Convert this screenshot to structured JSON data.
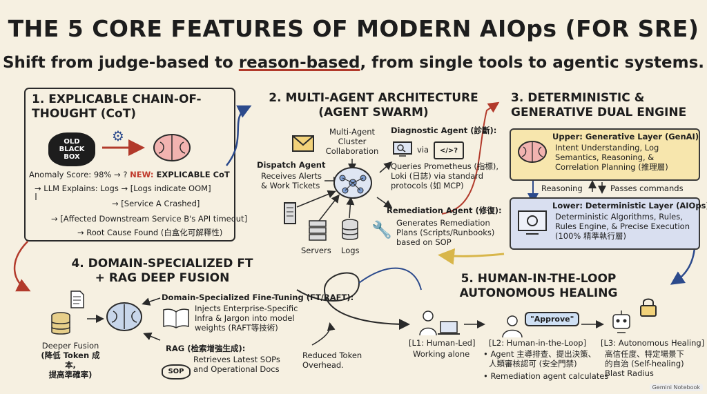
{
  "title": "THE 5 CORE FEATURES OF MODERN AIOps (FOR SRE)",
  "subtitle": {
    "pre": "Shift from judge-based to ",
    "emph": "reason-based",
    "post": ", from single tools to agentic systems."
  },
  "s1": {
    "heading_l1": "1. EXPLICABLE CHAIN-OF-",
    "heading_l2": "THOUGHT (CoT)",
    "blackbox": [
      "OLD",
      "BLACK",
      "BOX"
    ],
    "anomaly": "Anomaly Score: 98% → ?",
    "new_label": "NEW:",
    "new_text": " EXPLICABLE CoT",
    "llm": "→ LLM Explains: Logs → [Logs indicate OOM]",
    "crash": "→ [Service A Crashed]",
    "affected": "→ [Affected Downstream Service B's API timeout]",
    "root": "→ Root Cause Found (白盒化可解釋性)"
  },
  "s2": {
    "heading_l1": "2. MULTI-AGENT ARCHITECTURE",
    "heading_l2": "(AGENT SWARM)",
    "collab": [
      "Multi-Agent",
      "Cluster",
      "Collaboration"
    ],
    "dispatch_name": "Dispatch Agent",
    "dispatch_desc": [
      "Receives Alerts",
      "& Work Tickets"
    ],
    "diag_name": "Diagnostic Agent (診斷):",
    "via": "via",
    "diag_desc": [
      "Queries Prometheus (指標),",
      "Loki (日誌) via standard",
      "protocols (如 MCP)"
    ],
    "remed_name": "Remediation Agent (修復):",
    "remed_desc": [
      "Generates Remediation",
      "Plans (Scripts/Runbooks)",
      "based on SOP"
    ],
    "servers": "Servers",
    "logs": "Logs"
  },
  "s3": {
    "heading_l1": "3. DETERMINISTIC &",
    "heading_l2": "GENERATIVE DUAL ENGINE",
    "upper_title": "Upper: Generative Layer (GenAI)",
    "upper_desc": [
      "Intent Understanding, Log",
      "Semantics, Reasoning, &",
      "Correlation Planning (推理層)"
    ],
    "reasoning": "Reasoning",
    "passes": "Passes commands",
    "lower_title": "Lower: Deterministic Layer (AIOps)",
    "lower_desc": [
      "Deterministic Algorithms, Rules,",
      "Rules Engine, & Precise Execution",
      "(100% 精準執行層)"
    ]
  },
  "s4": {
    "heading_l1": "4. DOMAIN-SPECIALIZED FT",
    "heading_l2": "+ RAG DEEP FUSION",
    "ft_title": "Domain-Specialized Fine-Tuning (FT/RAFT):",
    "ft_desc": [
      "Injects Enterprise-Specific",
      "Infra & Jargon into model",
      "weights (RAFT等技術)"
    ],
    "rag_title": "RAG (检索增強生成):",
    "rag_desc": [
      "Retrieves Latest SOPs",
      "and Operational Docs"
    ],
    "sop": "SOP",
    "fusion": [
      "Deeper Fusion",
      "(降低 Token 成本,",
      "提高準確率)"
    ],
    "reduced": [
      "Reduced Token",
      "Overhead."
    ]
  },
  "s5": {
    "heading_l1": "5. HUMAN-IN-THE-LOOP",
    "heading_l2": "AUTONOMOUS HEALING",
    "approve": "\"Approve\"",
    "l1_title": "[L1: Human-Led]",
    "l1_desc": "Working alone",
    "l2_title": "[L2: Human-in-the-Loop]",
    "l2_b1": [
      "• Agent 主導排查、提出決策、",
      "人類審核認可 (安全門禁)"
    ],
    "l2_b2": "• Remediation agent calculates",
    "l3_title": "[L3: Autonomous Healing]",
    "l3_desc": [
      "高信任度、特定場景下",
      "的自治 (Self-healing)",
      "Blast Radius"
    ]
  },
  "badge": "Gemini Notebook"
}
